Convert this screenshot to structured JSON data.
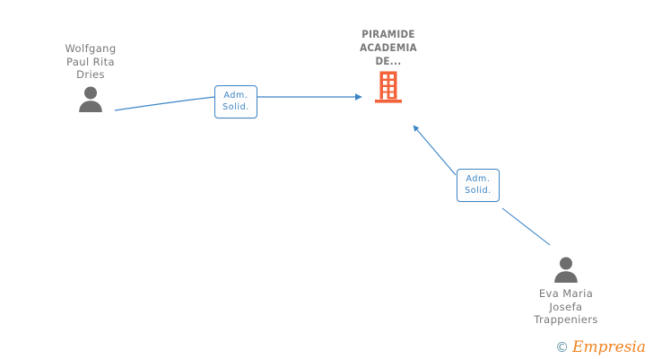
{
  "diagram": {
    "title_entity": "PIRAMIDE ACADEMIA DE...",
    "background_color": "#ffffff",
    "edge_color": "#3d85c6",
    "person_color": "#6e6e6e",
    "company_color": "#f4623a",
    "label_text_color": "#3d85c6"
  },
  "company": {
    "name": "PIRAMIDE\nACADEMIA\nDE...",
    "icon": "building-icon"
  },
  "people": [
    {
      "name": "Wolfgang\nPaul Rita\nDries",
      "icon": "person-icon"
    },
    {
      "name": "Eva Maria\nJosefa\nTrappeniers",
      "icon": "person-icon"
    }
  ],
  "edges": [
    {
      "label": "Adm.\nSolid.",
      "from": "Wolfgang Paul Rita Dries",
      "to": "PIRAMIDE ACADEMIA DE..."
    },
    {
      "label": "Adm.\nSolid.",
      "from": "Eva Maria Josefa Trappeniers",
      "to": "PIRAMIDE ACADEMIA DE..."
    }
  ],
  "watermark": {
    "copyright": "©",
    "brand": "Empresia"
  }
}
